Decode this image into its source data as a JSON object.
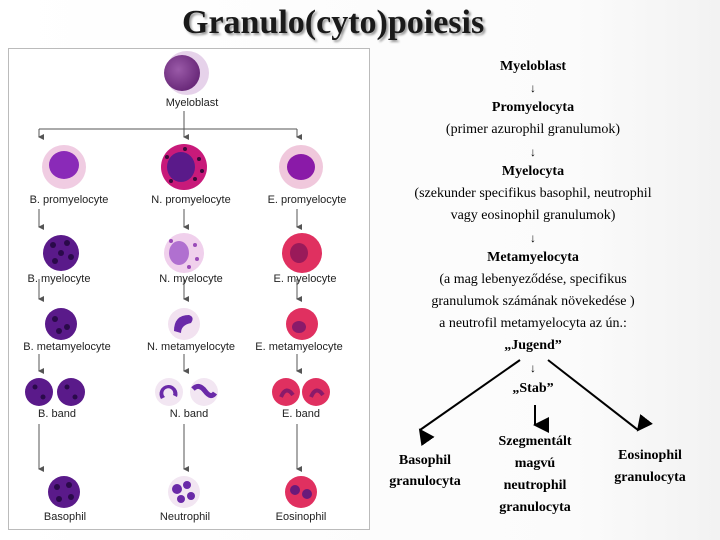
{
  "title": "Granulo(cyto)poiesis",
  "figure": {
    "myeloblast": "Myeloblast",
    "b_promyelocyte": "B. promyelocyte",
    "n_promyelocyte": "N. promyelocyte",
    "e_promyelocyte": "E. promyelocyte",
    "b_myelocyte": "B. myelocyte",
    "n_myelocyte": "N. myelocyte",
    "e_myelocyte": "E. myelocyte",
    "b_metamyelocyte": "B. metamyelocyte",
    "n_metamyelocyte": "N. metamyelocyte",
    "e_metamyelocyte": "E. metamyelocyte",
    "b_band": "B. band",
    "n_band": "N. band",
    "e_band": "E. band",
    "basophil": "Basophil",
    "neutrophil": "Neutrophil",
    "eosinophil": "Eosinophil"
  },
  "text": {
    "myeloblast": "Myeloblast",
    "arrow": "↓",
    "promyelocyta": "Promyelocyta",
    "promyelocyta_note": "(primer azurophil granulumok)",
    "myelocyta": "Myelocyta",
    "myelocyta_note_1": "(szekunder specifikus basophil, neutrophil",
    "myelocyta_note_2": "vagy eosinophil granulumok)",
    "metamyelocyta": "Metamyelocyta",
    "metamyelocyta_note_1": "(a mag lebenyeződése, specifikus",
    "metamyelocyta_note_2": "granulumok számának növekedése )",
    "metamyelocyta_note_3": "a neutrofil metamyelocyta az ún.:",
    "jugend": "„Jugend”",
    "stab": "„Stab”",
    "basophil_1": "Basophil",
    "basophil_2": "granulocyta",
    "neutrophil_1": "Szegmentált",
    "neutrophil_2": "magvú",
    "neutrophil_3": "neutrophil",
    "neutrophil_4": "granulocyta",
    "eosinophil_1": "Eosinophil",
    "eosinophil_2": "granulocyta"
  },
  "colors": {
    "basophil_nucleus": "#4a1a8c",
    "neutrophil_nucleus": "#6a2aa8",
    "eosinophil_granule": "#d2224e",
    "cytoplasm_pink": "#f4c8e0"
  }
}
